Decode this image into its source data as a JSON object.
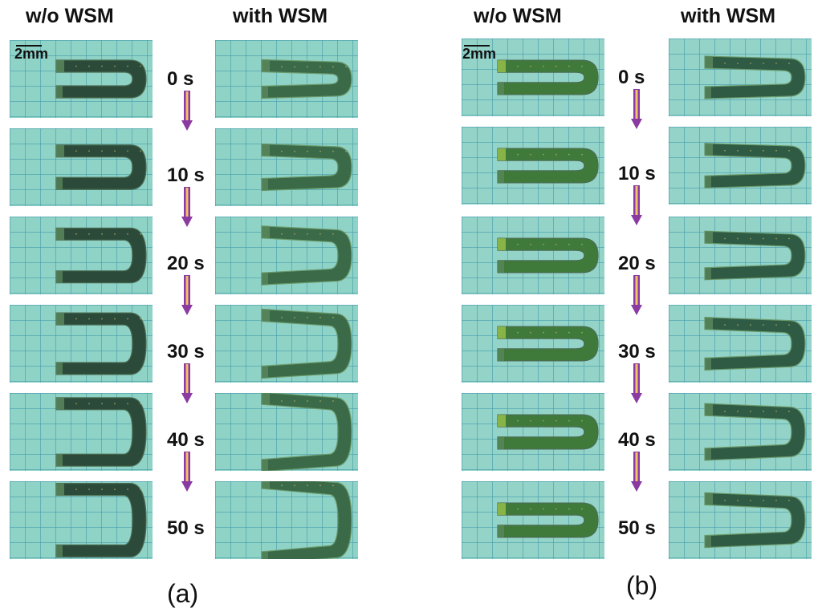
{
  "panels": [
    {
      "label": "(a)",
      "header_left": "w/o WSM",
      "header_right": "with WSM",
      "scale": "2mm",
      "times": [
        "0 s",
        "10 s",
        "20 s",
        "30 s",
        "40 s",
        "50 s"
      ],
      "opening": [
        0.3,
        0.38,
        0.5,
        0.58,
        0.66,
        0.72
      ],
      "opening_wsm": [
        0.26,
        0.34,
        0.46,
        0.56,
        0.66,
        0.74
      ]
    },
    {
      "label": "(b)",
      "header_left": "w/o WSM",
      "header_right": "with WSM",
      "scale": "2mm",
      "times": [
        "0 s",
        "10 s",
        "20 s",
        "30 s",
        "40 s",
        "50 s"
      ],
      "opening": [
        0.26,
        0.26,
        0.26,
        0.26,
        0.26,
        0.26
      ],
      "opening_wsm": [
        0.3,
        0.32,
        0.36,
        0.4,
        0.44,
        0.42
      ]
    }
  ],
  "colors": {
    "grid_bg": "#8fd2c6",
    "sample_dark": "#2c4a3a",
    "sample_green": "#3f7a3a",
    "arrow": "#8a3aa0",
    "arrow_core": "#f2c26a"
  }
}
